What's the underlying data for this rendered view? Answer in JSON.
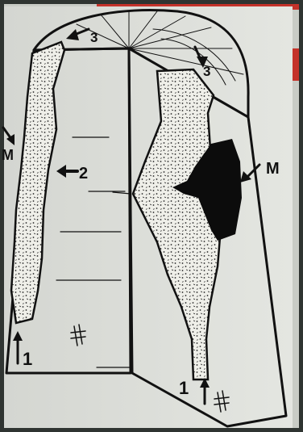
{
  "labels": {
    "top_left": "3",
    "top_right": "3",
    "left_middle": "2",
    "left_bottom": "1",
    "right_bottom": "1",
    "right_m": "M",
    "left_m": "M"
  },
  "colors": {
    "paper": "#e9ebe6",
    "ink": "#111111",
    "red_band": "#c4322a",
    "background": "#2f3431"
  }
}
